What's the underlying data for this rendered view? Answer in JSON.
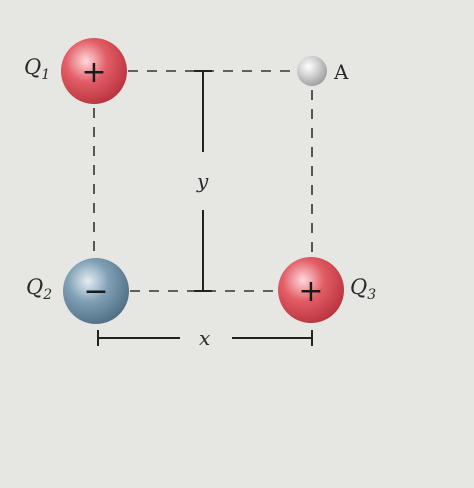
{
  "charges": {
    "q1": {
      "symbol": "Q",
      "subscript": "1",
      "sign": "+",
      "color": "#e25d66"
    },
    "q2": {
      "symbol": "Q",
      "subscript": "2",
      "sign": "−",
      "color": "#7f9fb4"
    },
    "q3": {
      "symbol": "Q",
      "subscript": "3",
      "sign": "+",
      "color": "#e25d66"
    }
  },
  "point_a": {
    "label": "A",
    "color": "#cfcfcf"
  },
  "dimensions": {
    "vertical": "y",
    "horizontal": "x"
  }
}
